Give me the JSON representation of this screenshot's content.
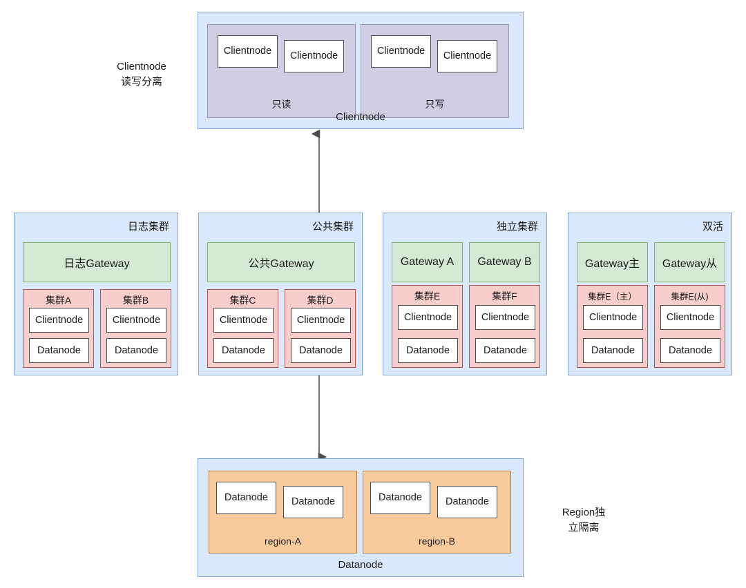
{
  "diagram": {
    "title_labels": {
      "clientnode_side": "Clientnode\n读写分离",
      "clientnode_side_line1": "Clientnode",
      "clientnode_side_line2": "读写分离",
      "region_side_line1": "Region独",
      "region_side_line2": "立隔离"
    },
    "top_block": {
      "caption": "Clientnode",
      "groups": [
        {
          "label": "只读",
          "nodes": [
            "Clientnode",
            "Clientnode"
          ]
        },
        {
          "label": "只写",
          "nodes": [
            "Clientnode",
            "Clientnode"
          ]
        }
      ]
    },
    "middle_panels": [
      {
        "title": "日志集群",
        "gateways": [
          "日志Gateway"
        ],
        "clusters": [
          {
            "label": "集群A",
            "nodes": [
              "Clientnode",
              "Datanode"
            ]
          },
          {
            "label": "集群B",
            "nodes": [
              "Clientnode",
              "Datanode"
            ]
          }
        ]
      },
      {
        "title": "公共集群",
        "gateways": [
          "公共Gateway"
        ],
        "clusters": [
          {
            "label": "集群C",
            "nodes": [
              "Clientnode",
              "Datanode"
            ]
          },
          {
            "label": "集群D",
            "nodes": [
              "Clientnode",
              "Datanode"
            ]
          }
        ]
      },
      {
        "title": "独立集群",
        "gateways": [
          "Gateway A",
          "Gateway B"
        ],
        "clusters": [
          {
            "label": "集群E",
            "nodes": [
              "Clientnode",
              "Datanode"
            ]
          },
          {
            "label": "集群F",
            "nodes": [
              "Clientnode",
              "Datanode"
            ]
          }
        ]
      },
      {
        "title": "双活",
        "gateways": [
          "Gateway主",
          "Gateway从"
        ],
        "clusters": [
          {
            "label": "集群E（主）",
            "nodes": [
              "Clientnode",
              "Datanode"
            ]
          },
          {
            "label": "集群E(从)",
            "nodes": [
              "Clientnode",
              "Datanode"
            ]
          }
        ]
      }
    ],
    "bottom_block": {
      "caption": "Datanode",
      "groups": [
        {
          "label": "region-A",
          "nodes": [
            "Datanode",
            "Datanode"
          ]
        },
        {
          "label": "region-B",
          "nodes": [
            "Datanode",
            "Datanode"
          ]
        }
      ]
    },
    "colors": {
      "blue_fill": "#dae8fc",
      "blue_stroke": "#7ea6d9",
      "purple_fill": "#d0cee2",
      "purple_stroke": "#9a96b8",
      "green_fill": "#d5e8d4",
      "green_stroke": "#82b366",
      "red_fill": "#f8cecc",
      "red_stroke": "#b85450",
      "orange_fill": "#f9cb9c",
      "orange_stroke": "#b07c42",
      "white_fill": "#ffffff",
      "node_stroke": "#4d4d4d",
      "arrow_stroke": "#4d4d4d"
    }
  }
}
